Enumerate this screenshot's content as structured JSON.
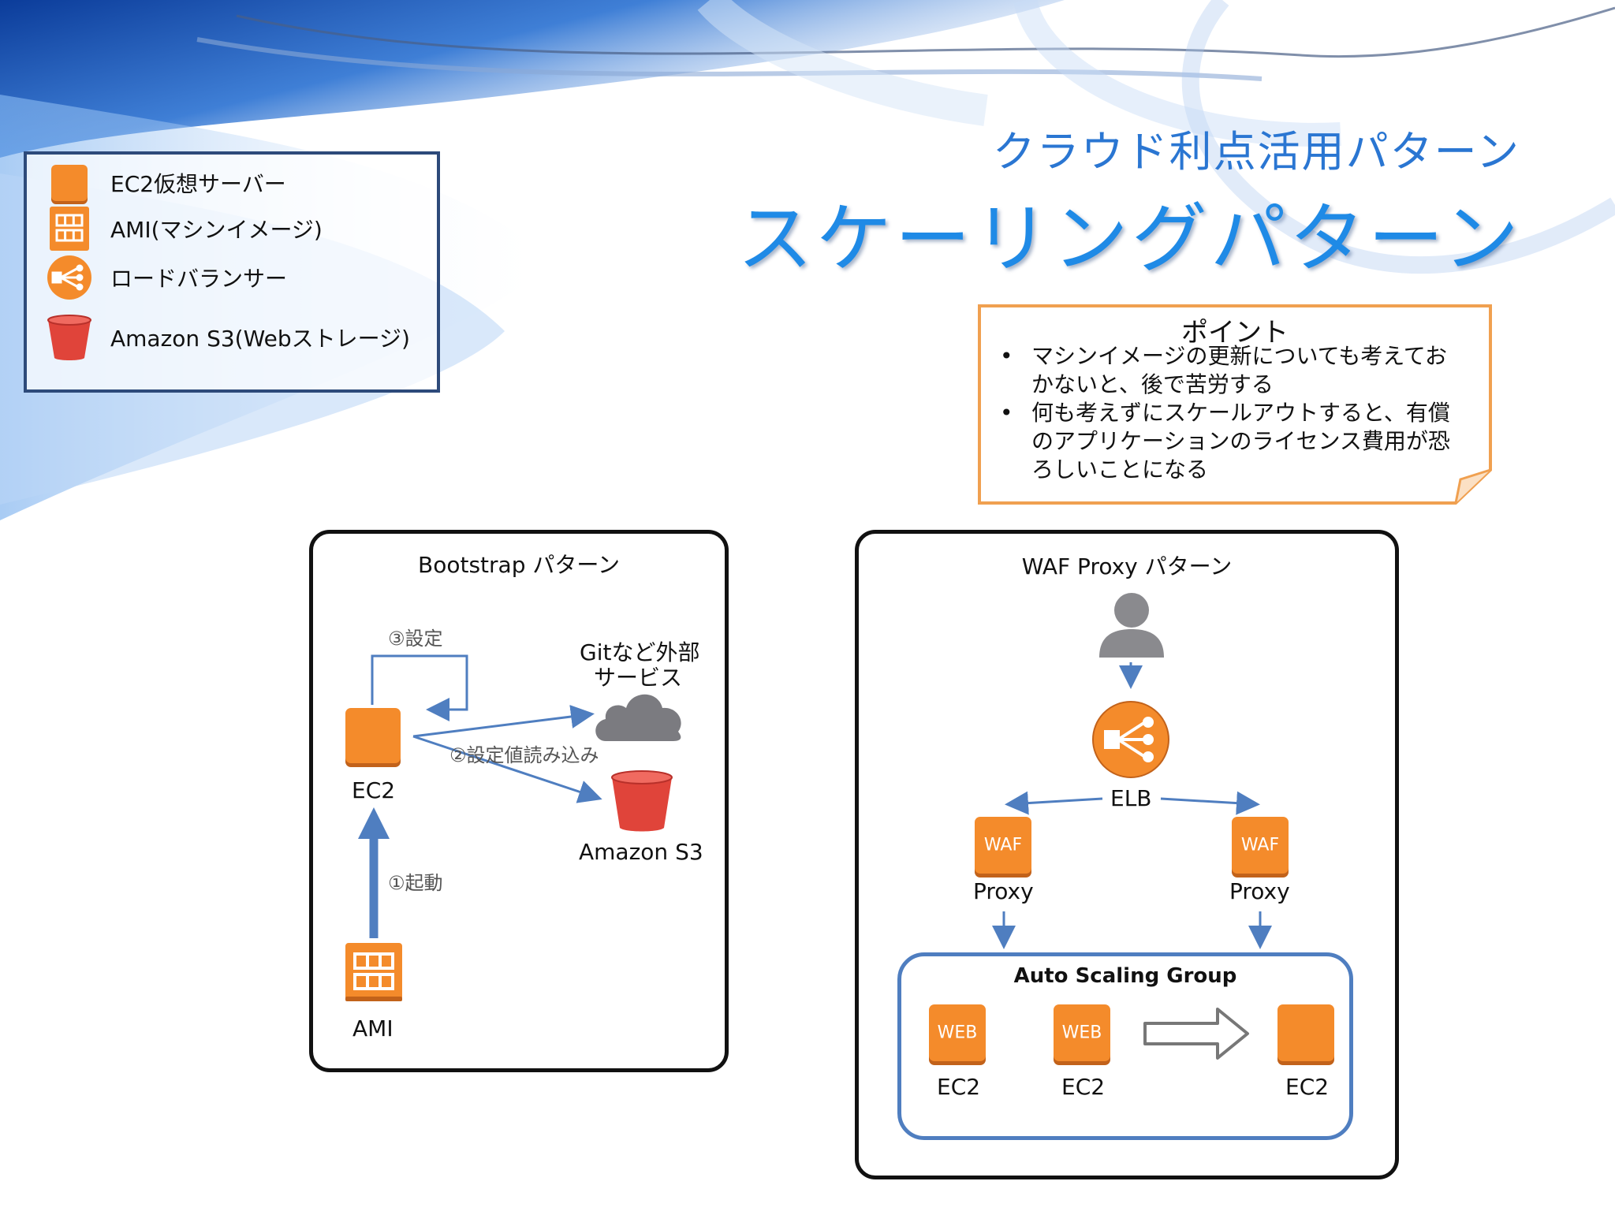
{
  "header": {
    "subtitle": "クラウド利点活用パターン",
    "title": "スケーリングパターン"
  },
  "legend": {
    "items": [
      {
        "icon": "ec2-icon",
        "label": "EC2仮想サーバー"
      },
      {
        "icon": "ami-icon",
        "label": "AMI(マシンイメージ)"
      },
      {
        "icon": "load-balancer-icon",
        "label": "ロードバランサー"
      },
      {
        "icon": "s3-bucket-icon",
        "label": "Amazon S3(Webストレージ)"
      }
    ]
  },
  "point": {
    "title": "ポイント",
    "bullets": [
      {
        "line1": "マシンイメージの更新についても考えてお",
        "line2": "かないと、後で苦労する"
      },
      {
        "line1": "何も考えずにスケールアウトすると、有償",
        "line2": "のアプリケーションのライセンス費用が恐",
        "line3": "ろしいことになる"
      }
    ]
  },
  "bootstrap": {
    "title": "Bootstrap パターン",
    "step3": "③設定",
    "step2": "②設定値読み込み",
    "step1": "①起動",
    "ec2_label": "EC2",
    "ami_label": "AMI",
    "external_line1": "Gitなど外部",
    "external_line2": "サービス",
    "s3_label": "Amazon S3"
  },
  "waf": {
    "title": "WAF Proxy パターン",
    "elb_label": "ELB",
    "waf_icon_text": "WAF",
    "proxy_label": "Proxy",
    "asg_title": "Auto Scaling Group",
    "web_icon_text": "WEB",
    "ec2_label": "EC2"
  },
  "colors": {
    "orange": "#f48b2b",
    "title_blue": "#1f8ae6",
    "arrow_blue": "#4f7ec0",
    "s3_red": "#e0443a",
    "note_border": "#f0a050"
  }
}
